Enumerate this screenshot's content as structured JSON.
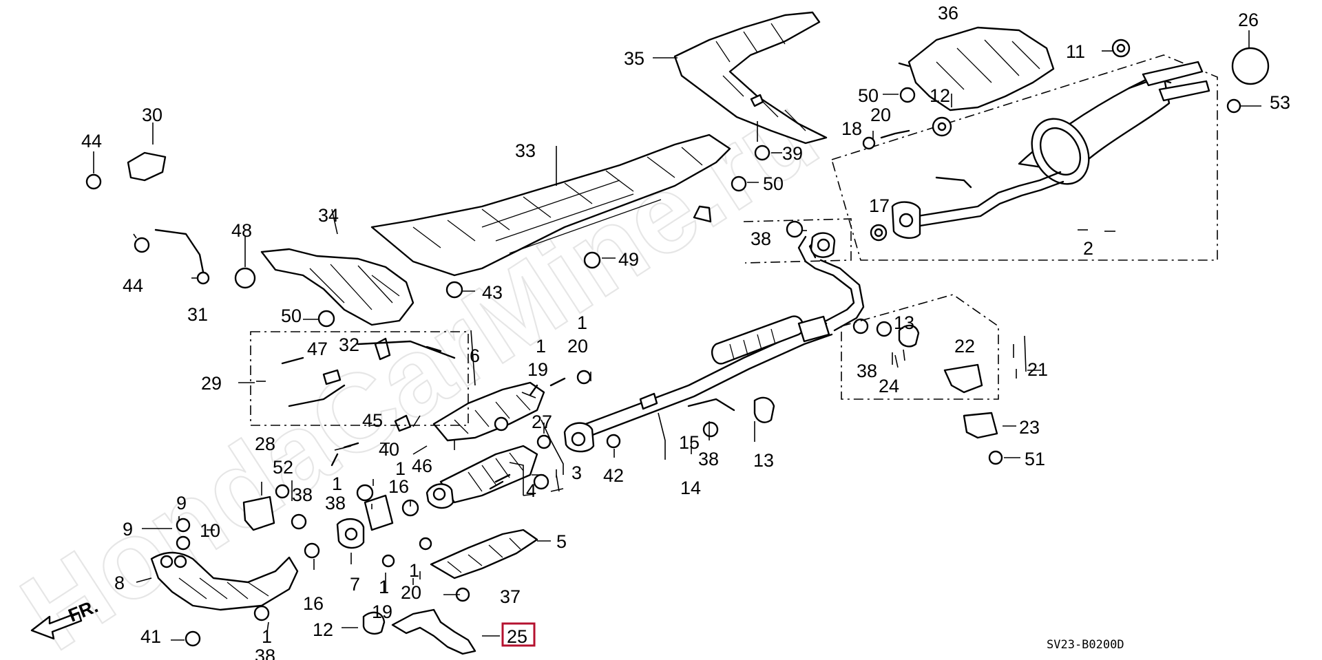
{
  "watermark": "HondaCarMine.ru",
  "diagram_code": "SV23-B0200D",
  "front_indicator": "FR.",
  "highlighted_part": "25",
  "callouts": {
    "p1a": "1",
    "p1b": "1",
    "p1c": "1",
    "p1d": "1",
    "p1e": "1",
    "p1f": "1",
    "p2": "2",
    "p3": "3",
    "p4": "4",
    "p5": "5",
    "p6": "6",
    "p7": "7",
    "p8": "8",
    "p9a": "9",
    "p9b": "9",
    "p10": "10",
    "p11": "11",
    "p12a": "12",
    "p12b": "12",
    "p13a": "13",
    "p13b": "13",
    "p14": "14",
    "p15": "15",
    "p16a": "16",
    "p16b": "16",
    "p17": "17",
    "p18": "18",
    "p19a": "19",
    "p19b": "19",
    "p20a": "20",
    "p20b": "20",
    "p20c": "20",
    "p21": "21",
    "p22": "22",
    "p23": "23",
    "p24": "24",
    "p25": "25",
    "p26": "26",
    "p27": "27",
    "p28": "28",
    "p29": "29",
    "p30": "30",
    "p31": "31",
    "p32": "32",
    "p33": "33",
    "p34": "34",
    "p35": "35",
    "p36": "36",
    "p37": "37",
    "p38a": "38",
    "p38b": "38",
    "p38c": "38",
    "p38d": "38",
    "p38e": "38",
    "p38f": "38",
    "p39": "39",
    "p40": "40",
    "p41": "41",
    "p42": "42",
    "p43": "43",
    "p44a": "44",
    "p44b": "44",
    "p45": "45",
    "p46": "46",
    "p47": "47",
    "p48": "48",
    "p49": "49",
    "p50a": "50",
    "p50b": "50",
    "p50c": "50",
    "p51": "51",
    "p52": "52",
    "p53": "53"
  }
}
